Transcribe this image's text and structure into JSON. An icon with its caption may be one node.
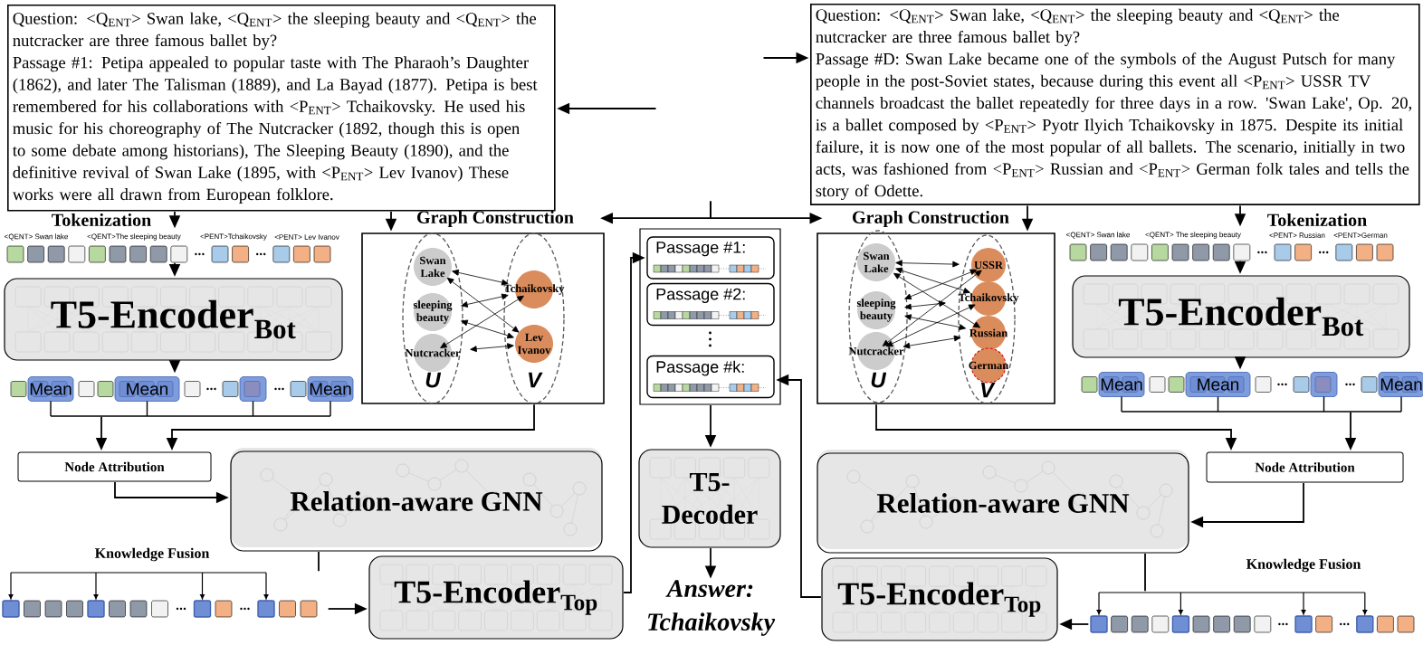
{
  "diagram": {
    "nodes": [
      {
        "text": [
          "Question: <Q$_{ENT}$> Swan lake, <Q$_{ENT}$> the sleeping beauty and <Q$_{ENT}$> the nutcracker are three famous ballet by?",
          "Passage #1: Petipa appealed to popular taste with The Pharaoh’s Daughter (1862), and later The Talisman (1889), and La Bayad (1877). Petipa is best remembered for his collaborations with <P$_{ENT}$> Tchaikovsky. He used his music for his choreography of The Nutcracker (1892, though this is open to some debate among historians), The Sleeping Beauty (1890), and the definitive revival of Swan Lake (1895, with <P$_{ENT}$> Lev Ivanov) These works were all drawn from European folklore."
        ]
      },
      {
        "text": [
          "Question: <Q$_{ENT}$> Swan lake, <Q$_{ENT}$> the sleeping beauty and <Q$_{ENT}$> the nutcracker are three famous ballet by?",
          "Passage #D: Swan Lake became one of the symbols of the August Putsch for many people in the post-Soviet states, because during this event all <P$_{ENT}$> USSR TV channels broadcast the ballet repeatedly for three days in a row. 'Swan Lake', Op. 20, is a ballet composed by <P$_{ENT}$> Pyotr Ilyich Tchaikovsky in 1875. Despite its initial failure, it is now one of the most popular of all ballets. The scenario, initially in two acts, was fashioned from <P$_{ENT}$> Russian and <P$_{ENT}$> German folk tales and tells the story of Odette."
        ]
      },
      {
        "text": [
          "Tokenization",
          "<QENT> Swan lake",
          "<QENT>The sleeping beauty",
          "<PENT>Tchaikovsky",
          "<PENT> Lev Ivanov"
        ]
      },
      {
        "text": [
          "T5-Encoder$_{Bot}$"
        ]
      },
      {
        "text": [
          "Mean",
          "Mean",
          "Mean"
        ]
      },
      {
        "text": [
          "Graph Construction"
        ]
      },
      {
        "text": [
          "U"
        ],
        "in": 5
      },
      {
        "text": [
          "Swan Lake"
        ],
        "in": 6
      },
      {
        "text": [
          "sleeping beauty"
        ],
        "in": 6
      },
      {
        "text": [
          "Nutcracker"
        ],
        "in": 6
      },
      {
        "text": [
          "V"
        ],
        "in": 5
      },
      {
        "text": [
          "Tchaikovsky"
        ],
        "in": 10
      },
      {
        "text": [
          "Lev Ivanov"
        ],
        "in": 10
      },
      {
        "text": [
          "Node Attribution"
        ]
      },
      {
        "text": [
          "Relation-aware GNN"
        ]
      },
      {
        "text": [
          "Knowledge Fusion"
        ]
      },
      {
        "text": [
          "T5-Encoder$_{Top}$"
        ]
      },
      {
        "text": [],
        "shape": "box"
      },
      {
        "text": [
          "Passage #1:"
        ],
        "in": 17
      },
      {
        "text": [
          "Passage #2:"
        ],
        "in": 17
      },
      {
        "text": [
          "Passage #k:"
        ],
        "in": 17
      },
      {
        "text": [
          "T5- Decoder"
        ]
      },
      {
        "text": [
          "Answer: Tchaikovsky"
        ]
      },
      {
        "text": [
          "Graph Construction"
        ]
      },
      {
        "text": [
          "U"
        ],
        "in": 23
      },
      {
        "text": [
          "Swan Lake"
        ],
        "in": 24
      },
      {
        "text": [
          "sleeping beauty"
        ],
        "in": 24
      },
      {
        "text": [
          "Nutcracker"
        ],
        "in": 24
      },
      {
        "text": [
          "V"
        ],
        "in": 23
      },
      {
        "text": [
          "USSR"
        ],
        "in": 28
      },
      {
        "text": [
          "Tchaikovsky"
        ],
        "in": 28
      },
      {
        "text": [
          "Russian"
        ],
        "in": 28
      },
      {
        "text": [
          "German"
        ],
        "in": 28
      },
      {
        "text": [
          "Tokenization",
          "<QENT> Swan lake",
          "<QENT> The sleeping beauty",
          "<PENT> Russian",
          "<PENT>German"
        ]
      },
      {
        "text": [
          "T5-Encoder$_{Bot}$"
        ]
      },
      {
        "text": [
          "Mean",
          "Mean",
          "Mean"
        ]
      },
      {
        "text": [
          "Node Attribution"
        ]
      },
      {
        "text": [
          "Relation-aware GNN"
        ]
      },
      {
        "text": [
          "T5-Encoder$_{Top}$"
        ]
      },
      {
        "text": [
          "Knowledge Fusion"
        ]
      }
    ],
    "edges": [
      {
        "from": null,
        "to": 0,
        "arrow": "to"
      },
      {
        "from": null,
        "to": 1,
        "arrow": "to"
      },
      {
        "from": null,
        "to": 5,
        "arrow": "to"
      },
      {
        "from": null,
        "to": 23,
        "arrow": "to"
      },
      {
        "from": 0,
        "to": 2,
        "arrow": "to"
      },
      {
        "from": 0,
        "to": 5,
        "arrow": "to"
      },
      {
        "from": 1,
        "to": 23,
        "arrow": "to"
      },
      {
        "from": 1,
        "to": 33,
        "arrow": "to"
      },
      {
        "from": 2,
        "to": 3,
        "arrow": "to"
      },
      {
        "from": 3,
        "to": 4,
        "arrow": "to"
      },
      {
        "from": 4,
        "to": 13,
        "arrow": "to"
      },
      {
        "from": 5,
        "to": 13,
        "arrow": "to"
      },
      {
        "from": 13,
        "to": 14,
        "arrow": "to"
      },
      {
        "from": 14,
        "to": 15,
        "arrow": "none"
      },
      {
        "from": 15,
        "to": 16,
        "arrow": "to"
      },
      {
        "from": 16,
        "to": 18,
        "arrow": "to"
      },
      {
        "from": 17,
        "to": 21,
        "arrow": "to"
      },
      {
        "from": 21,
        "to": 22,
        "arrow": "to"
      },
      {
        "from": 33,
        "to": 34,
        "arrow": "to"
      },
      {
        "from": 34,
        "to": 35,
        "arrow": "to"
      },
      {
        "from": 35,
        "to": 36,
        "arrow": "to"
      },
      {
        "from": 23,
        "to": 36,
        "arrow": "to"
      },
      {
        "from": 36,
        "to": 37,
        "arrow": "to"
      },
      {
        "from": 37,
        "to": 39,
        "arrow": "none"
      },
      {
        "from": 39,
        "to": 38,
        "arrow": "to"
      },
      {
        "from": 38,
        "to": 20,
        "arrow": "to"
      },
      {
        "from": 7,
        "to": 11,
        "arrow": "both"
      },
      {
        "from": 7,
        "to": 12,
        "arrow": "both"
      },
      {
        "from": 8,
        "to": 11,
        "arrow": "both"
      },
      {
        "from": 8,
        "to": 12,
        "arrow": "both"
      },
      {
        "from": 9,
        "to": 11,
        "arrow": "both"
      },
      {
        "from": 9,
        "to": 12,
        "arrow": "both"
      },
      {
        "from": 25,
        "to": 29,
        "arrow": "both"
      },
      {
        "from": 25,
        "to": 30,
        "arrow": "both"
      },
      {
        "from": 25,
        "to": 31,
        "arrow": "both"
      },
      {
        "from": 26,
        "to": 29,
        "arrow": "both"
      },
      {
        "from": 26,
        "to": 30,
        "arrow": "both"
      },
      {
        "from": 26,
        "to": 31,
        "arrow": "both"
      },
      {
        "from": 27,
        "to": 29,
        "arrow": "both"
      },
      {
        "from": 27,
        "to": 30,
        "arrow": "both"
      },
      {
        "from": 27,
        "to": 31,
        "arrow": "both"
      }
    ]
  }
}
